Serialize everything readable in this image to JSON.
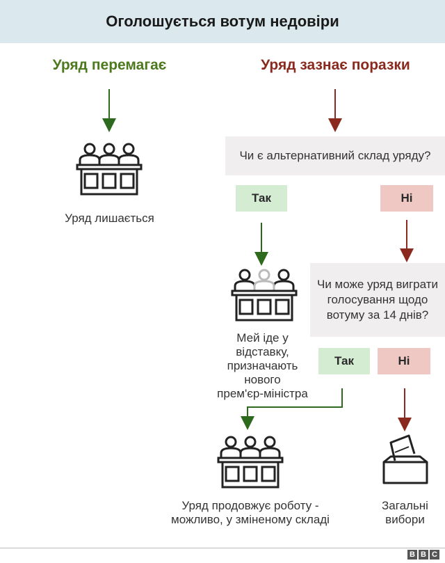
{
  "header": {
    "title": "Оголошується вотум недовіри"
  },
  "left_branch": {
    "title": "Уряд перемагає",
    "result": "Уряд лишається"
  },
  "right_branch": {
    "title": "Уряд зазнає поразки",
    "question1": "Чи є альтернативний\nсклад уряду?",
    "q1_yes": "Так",
    "q1_no": "Ні",
    "q1_yes_result": "Мей іде у\nвідставку,\nпризначають\nнового\nпрем'єр-міністра",
    "question2": "Чи може\nуряд виграти\nголосування щодо\nвотуму за 14 днів?",
    "q2_yes": "Так",
    "q2_no": "Ні",
    "q2_yes_result": "Уряд продовжує роботу -\nможливо, у зміненому складі",
    "q2_no_result": "Загальні\nвибори"
  },
  "colors": {
    "green": "#4d7a1f",
    "red": "#8a2a1e",
    "arrow_green": "#2e6a1e",
    "arrow_red": "#8a2a1e"
  },
  "icons": [
    "cabinet-icon",
    "ballot-box-icon"
  ],
  "footer": {
    "logo": "BBC"
  }
}
